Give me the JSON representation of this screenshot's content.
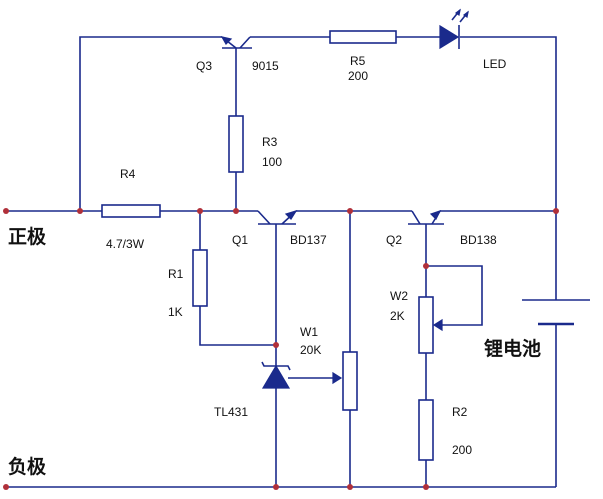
{
  "labels": {
    "q3": "Q3",
    "q3_model": "9015",
    "r5": "R5",
    "r5_value": "200",
    "led": "LED",
    "r3": "R3",
    "r3_value": "100",
    "r4": "R4",
    "r4_value": "4.7/3W",
    "q1": "Q1",
    "q1_model": "BD137",
    "q2": "Q2",
    "q2_model": "BD138",
    "r1": "R1",
    "r1_value": "1K",
    "w2": "W2",
    "w2_value": "2K",
    "w1": "W1",
    "w1_value": "20K",
    "tl431": "TL431",
    "r2": "R2",
    "r2_value": "200",
    "positive": "正极",
    "negative": "负极",
    "battery": "锂电池"
  },
  "colors": {
    "wire": "#1a2a8c",
    "node_dot": "#b0303a"
  }
}
